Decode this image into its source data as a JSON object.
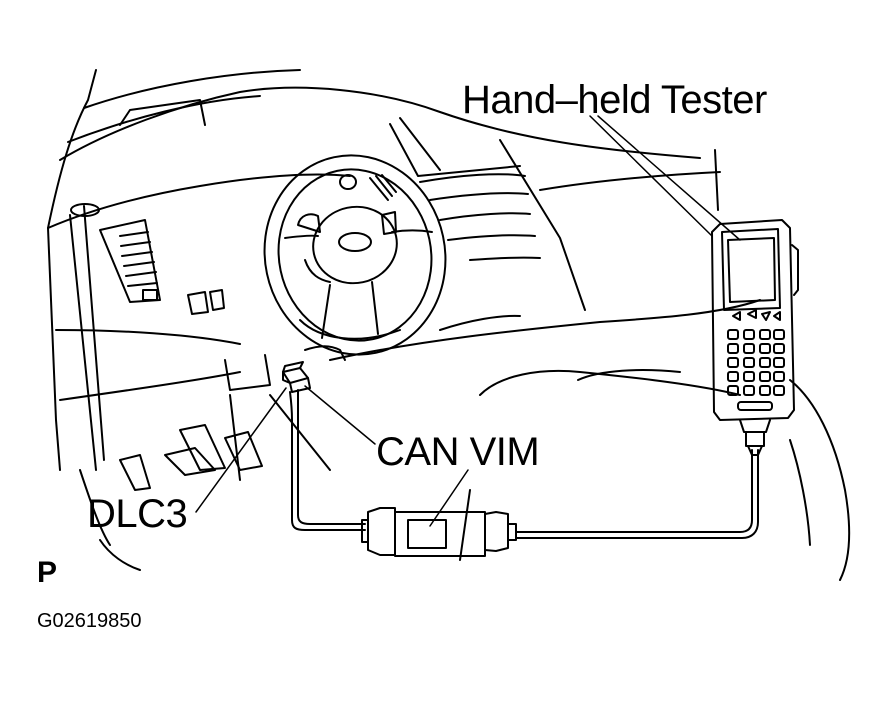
{
  "labels": {
    "tester": "Hand–held Tester",
    "vim": "CAN VIM",
    "dlc3": "DLC3",
    "view": "P",
    "figure_code": "G02619850"
  },
  "colors": {
    "ink": "#000000",
    "paper": "#ffffff"
  }
}
